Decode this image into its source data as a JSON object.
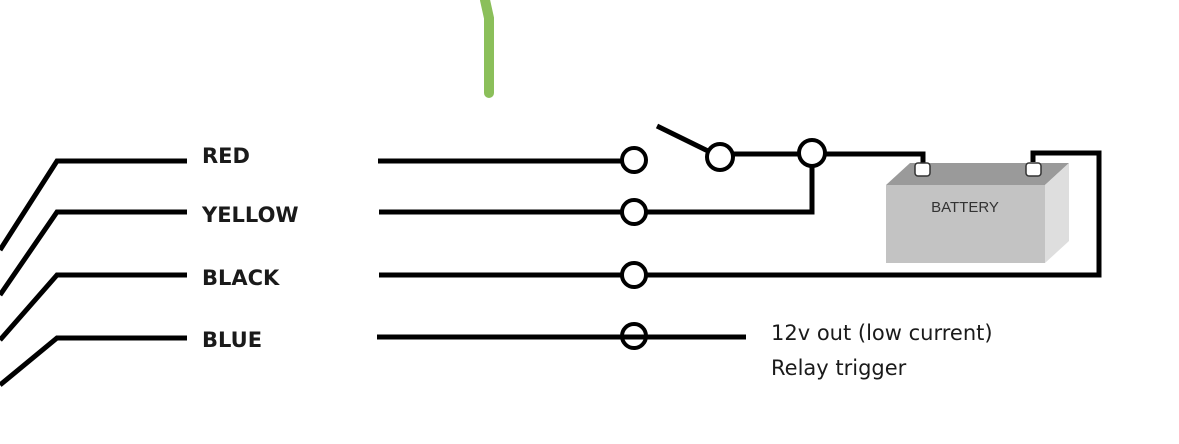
{
  "wires": [
    {
      "label": "RED"
    },
    {
      "label": "YELLOW"
    },
    {
      "label": "BLACK"
    },
    {
      "label": "BLUE"
    }
  ],
  "battery": {
    "label": "BATTERY"
  },
  "output_note": {
    "line1": "12v out (low current)",
    "line2": "Relay trigger"
  },
  "colors": {
    "annotation": "#8bbf5a",
    "battery_front": "#c3c3c3",
    "battery_top": "#9a9a9a",
    "battery_side": "#dedede"
  }
}
